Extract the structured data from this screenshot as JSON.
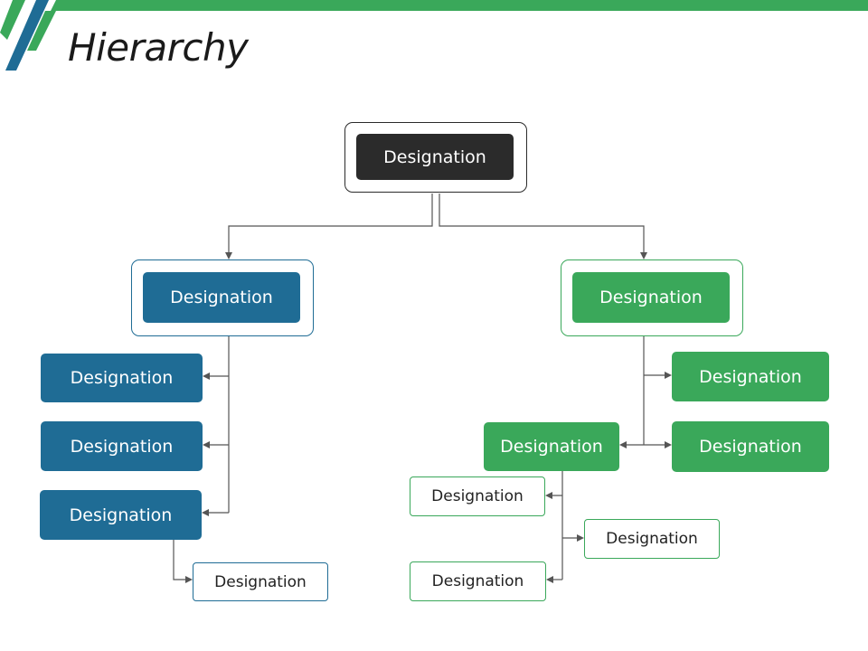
{
  "title": "Hierarchy",
  "colors": {
    "dark": "#2b2b2b",
    "blue": "#1f6c95",
    "green": "#3aa85a",
    "connector": "#555555"
  },
  "nodes": {
    "root": "Designation",
    "left_head": "Designation",
    "right_head": "Designation",
    "left_child_1": "Designation",
    "left_child_2": "Designation",
    "left_child_3": "Designation",
    "left_grandchild": "Designation",
    "right_child_1": "Designation",
    "right_child_2": "Designation",
    "right_child_3": "Designation",
    "right_grandchild_1": "Designation",
    "right_grandchild_2": "Designation",
    "right_grandchild_3": "Designation"
  }
}
